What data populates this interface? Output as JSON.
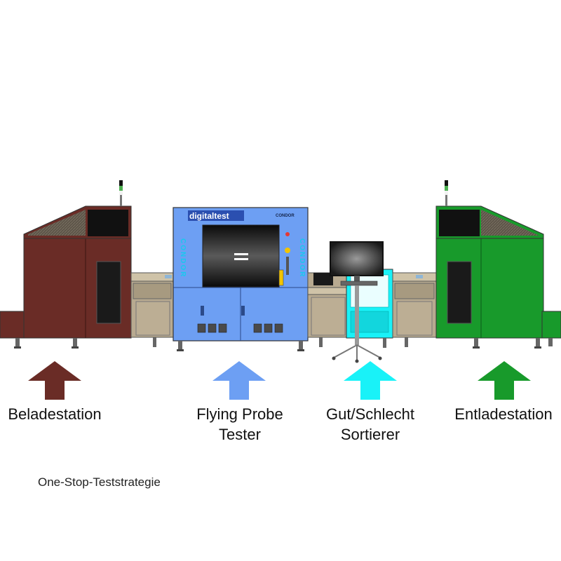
{
  "stations": [
    {
      "label_lines": [
        "Beladestation"
      ],
      "color": "#6a2c26",
      "arrow_color": "#6a2c26"
    },
    {
      "label_lines": [
        "Flying Probe",
        "Tester"
      ],
      "color": "#6d9ff3",
      "arrow_color": "#6d9ff3"
    },
    {
      "label_lines": [
        "Gut/Schlecht",
        "Sortierer"
      ],
      "color": "#19f2f8",
      "arrow_color": "#19f2f8"
    },
    {
      "label_lines": [
        "Entladestation"
      ],
      "color": "#189a2b",
      "arrow_color": "#189a2b"
    }
  ],
  "tester": {
    "brand": "digitaltest",
    "model": "CONDOR",
    "vertical_text": "CONDOR"
  },
  "caption": "One-Stop-Teststrategie",
  "colors": {
    "conveyor": "#b8aa90",
    "machine_outline": "#333333",
    "screen": "#111111"
  }
}
